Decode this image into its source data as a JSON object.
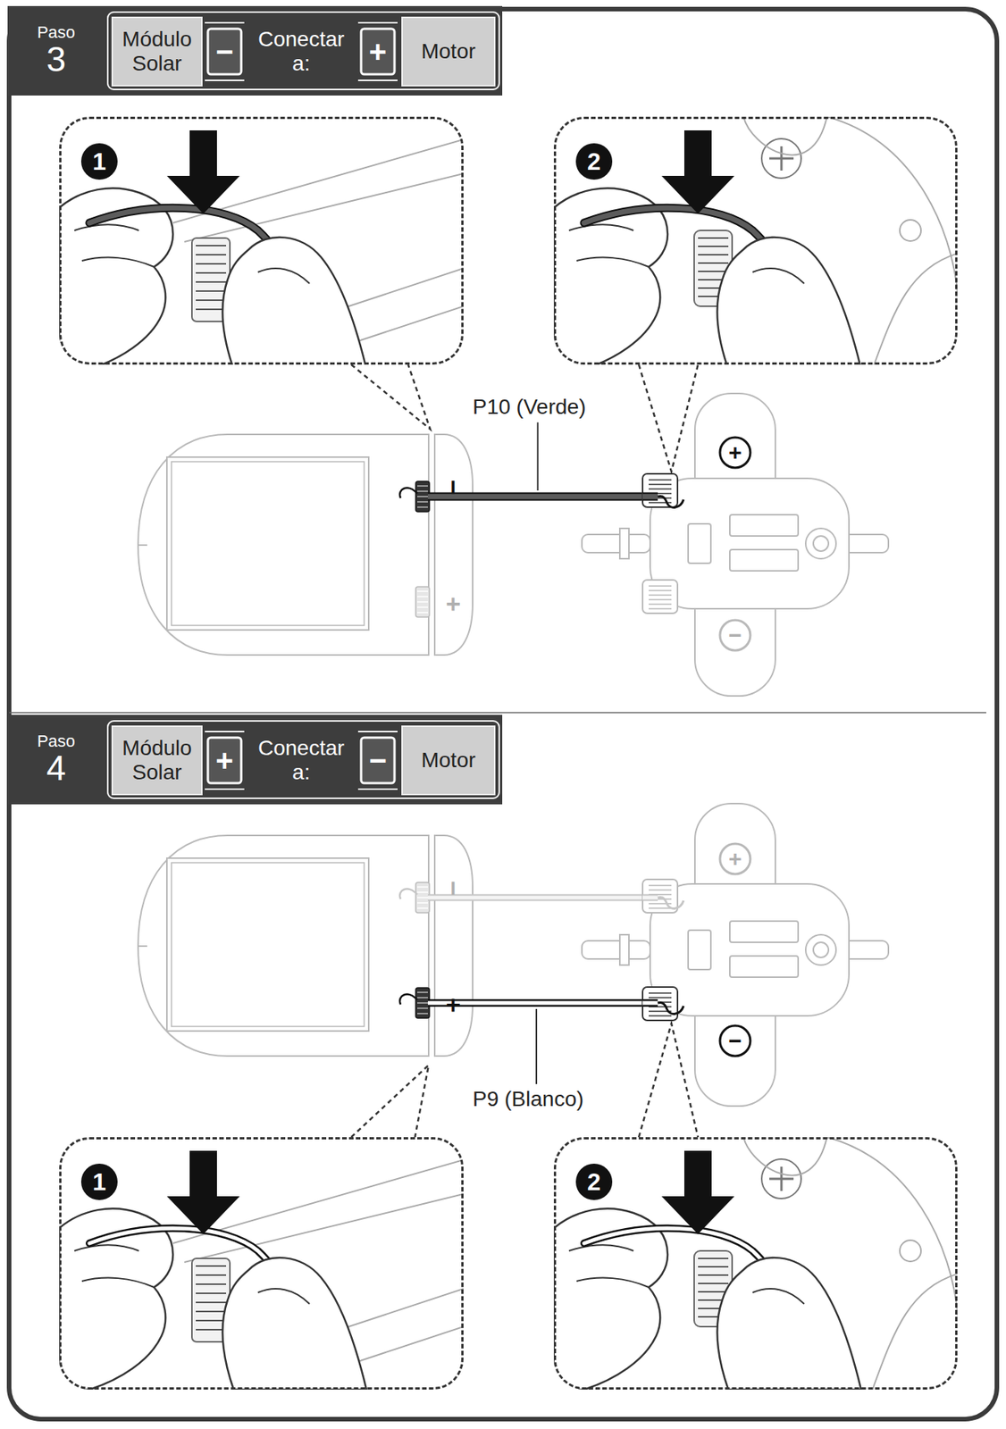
{
  "diagram": {
    "nodes": [
      {
        "text": [
          "Paso",
          "3"
        ]
      },
      {
        "text": [
          "Módulo Solar"
        ]
      },
      {
        "text": [
          "Conectar a:"
        ]
      },
      {
        "text": [
          "Motor"
        ]
      },
      {
        "text": [
          "1"
        ]
      },
      {
        "text": [
          "2"
        ]
      },
      {
        "text": [
          "−",
          "+"
        ]
      },
      {
        "text": [
          "+",
          "−"
        ]
      },
      {
        "text": [
          "Paso",
          "4"
        ]
      },
      {
        "text": [
          "Módulo Solar"
        ]
      },
      {
        "text": [
          "Conectar a:"
        ]
      },
      {
        "text": [
          "Motor"
        ]
      },
      {
        "text": [
          "−",
          "+"
        ]
      },
      {
        "text": [
          "+",
          "−"
        ]
      },
      {
        "text": [
          "1"
        ]
      },
      {
        "text": [
          "2"
        ]
      }
    ],
    "edges": [
      {
        "from": 6,
        "to": 7,
        "label": "P10 (Verde)",
        "arrow": "none"
      },
      {
        "from": 12,
        "to": 13,
        "arrow": "none"
      },
      {
        "from": 12,
        "to": 13,
        "label": "P9 (Blanco)",
        "arrow": "none"
      }
    ],
    "labels": [
      "−",
      "+",
      "+",
      "−"
    ]
  }
}
